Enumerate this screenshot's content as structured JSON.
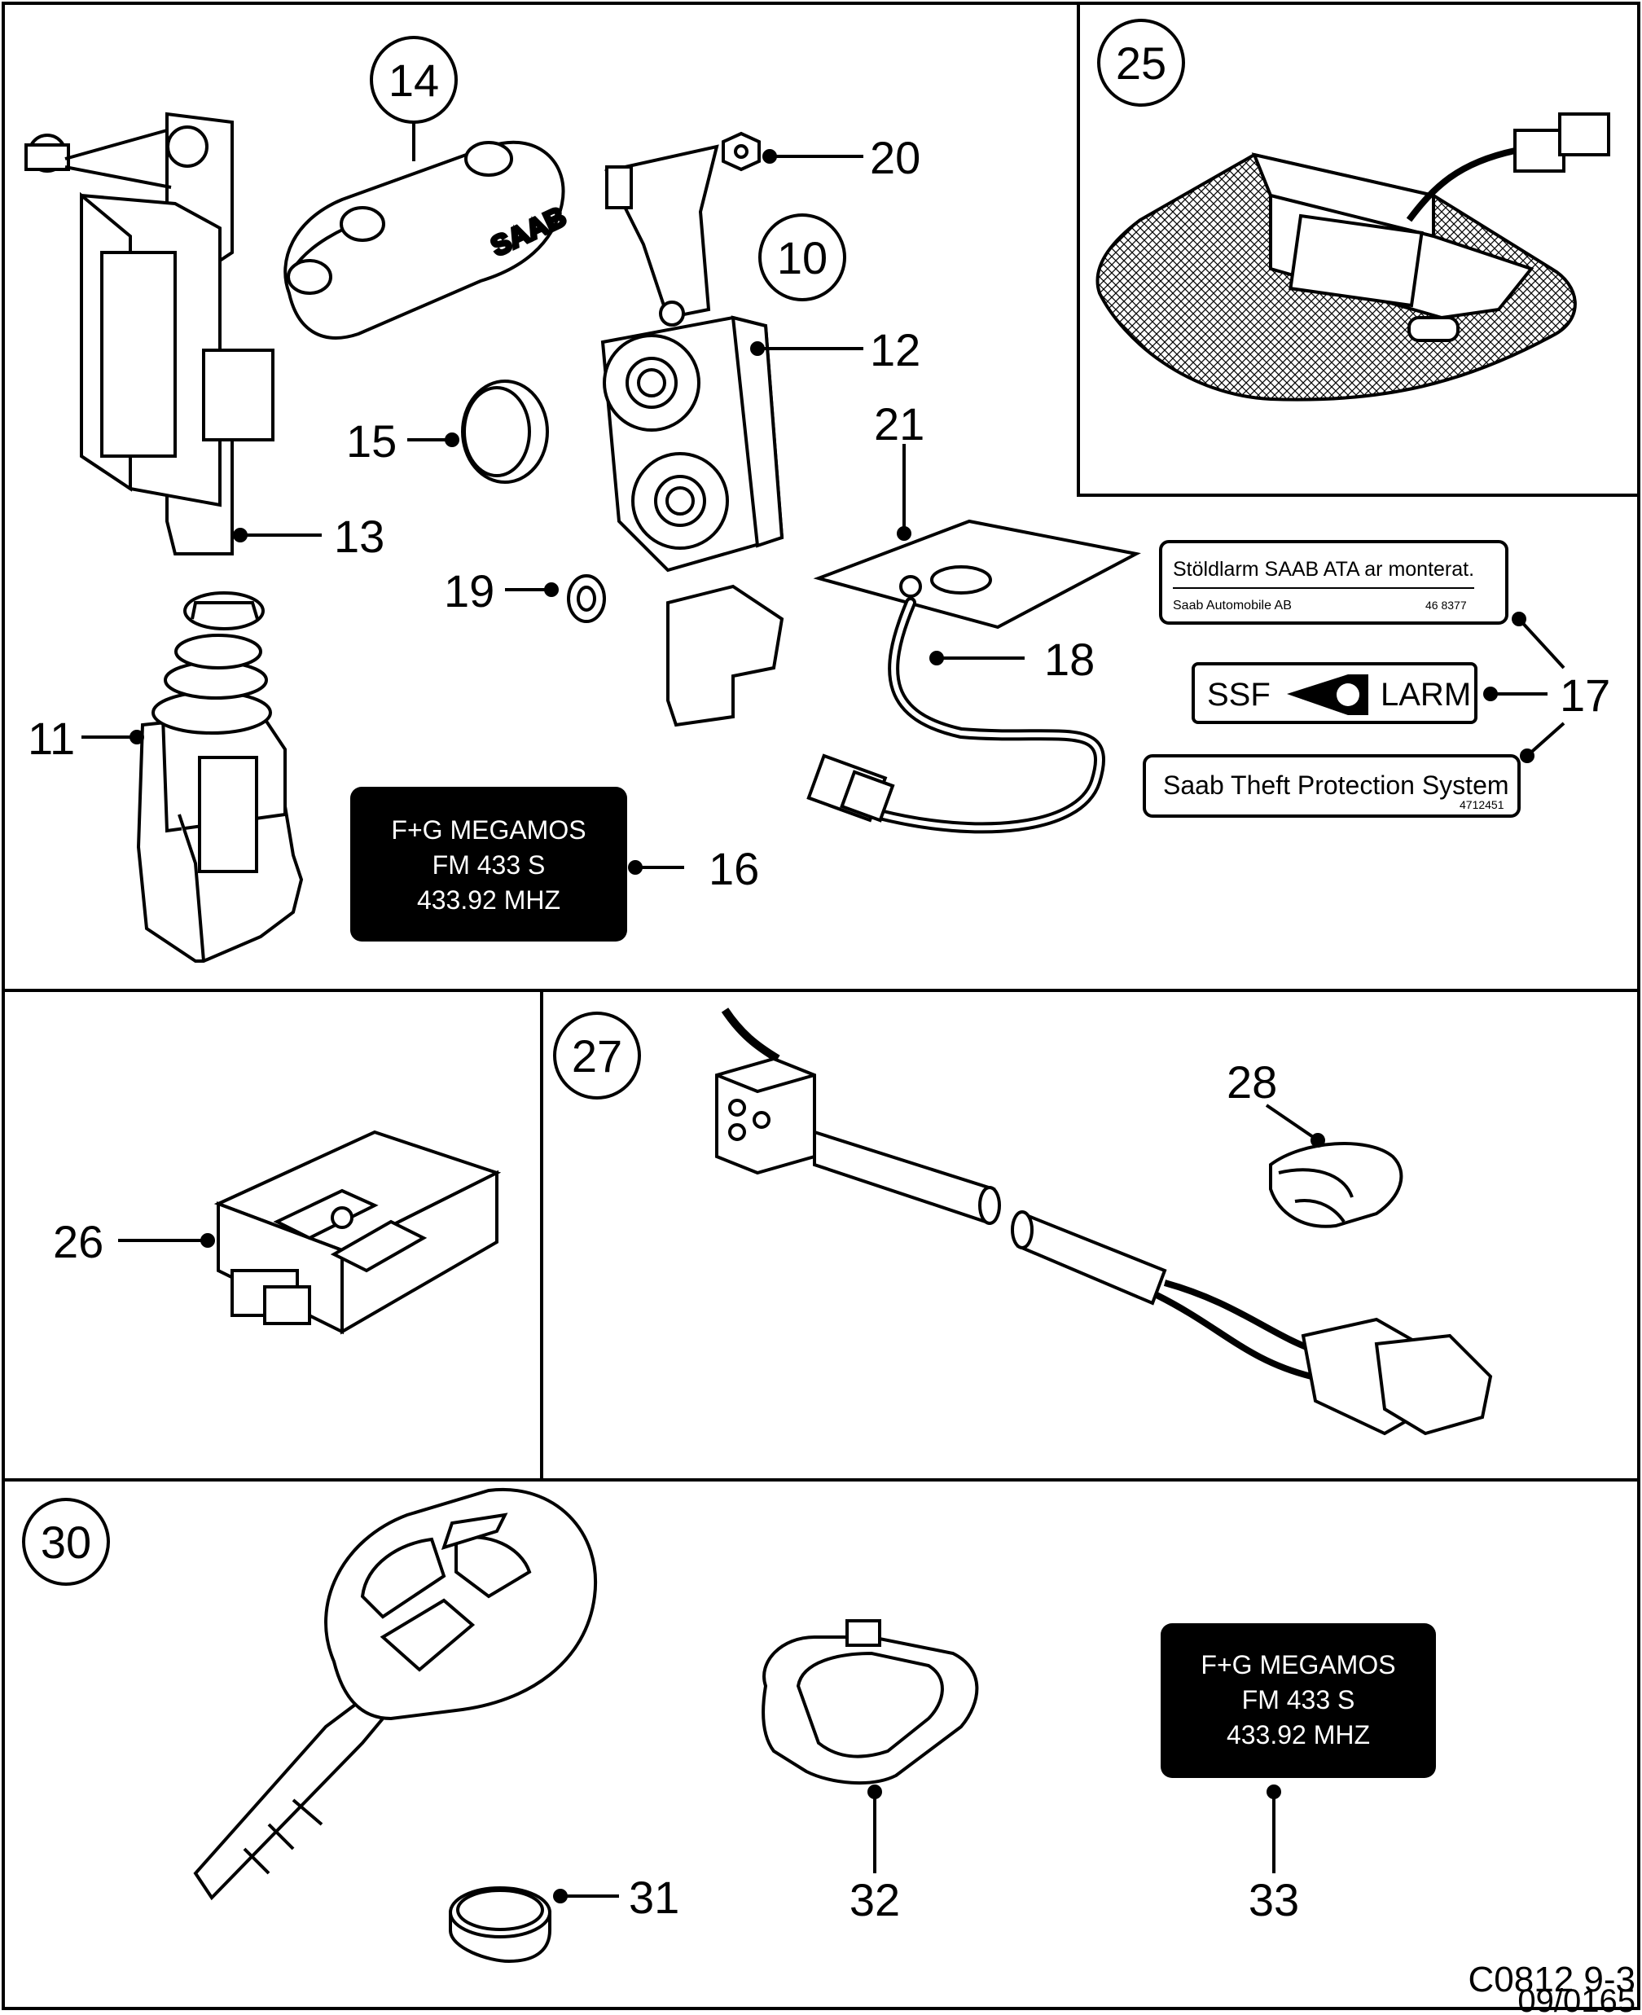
{
  "diagram": {
    "circled_numbers": [
      "14",
      "10",
      "25",
      "27",
      "30"
    ],
    "callouts": [
      "20",
      "12",
      "21",
      "15",
      "13",
      "19",
      "18",
      "17",
      "11",
      "16",
      "26",
      "28",
      "31",
      "32",
      "33"
    ],
    "label_swedish": {
      "line1": "Stöldlarm SAAB ATA ar monterat.",
      "line2": "Saab Automobile AB",
      "code": "46 8377"
    },
    "label_ssf": {
      "left": "SSF",
      "right": "LARM"
    },
    "label_tps": {
      "text": "Saab Theft Protection System",
      "code": "4712451"
    },
    "label_megamos": [
      "F+G MEGAMOS",
      "FM 433 S",
      "433.92 MHZ"
    ],
    "key_fob_brand": "SAAB",
    "footer": {
      "code1": "C0812 9-3",
      "code2": "09/0165"
    }
  },
  "colors": {
    "ink": "#000000",
    "paper": "#ffffff",
    "mesh": "#d9d9d9"
  }
}
